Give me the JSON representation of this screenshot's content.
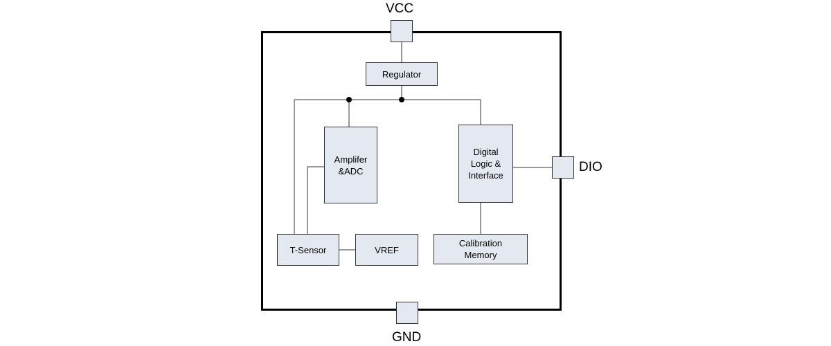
{
  "pins": {
    "vcc": "VCC",
    "gnd": "GND",
    "dio": "DIO"
  },
  "blocks": {
    "regulator": "Regulator",
    "amplifier": "Amplifer\n&ADC",
    "digital": "Digital\nLogic &\nInterface",
    "tsensor": "T-Sensor",
    "vref": "VREF",
    "calibration": "Calibration\nMemory"
  },
  "colors": {
    "block_fill": "#e4e8f1",
    "line": "#000000"
  }
}
